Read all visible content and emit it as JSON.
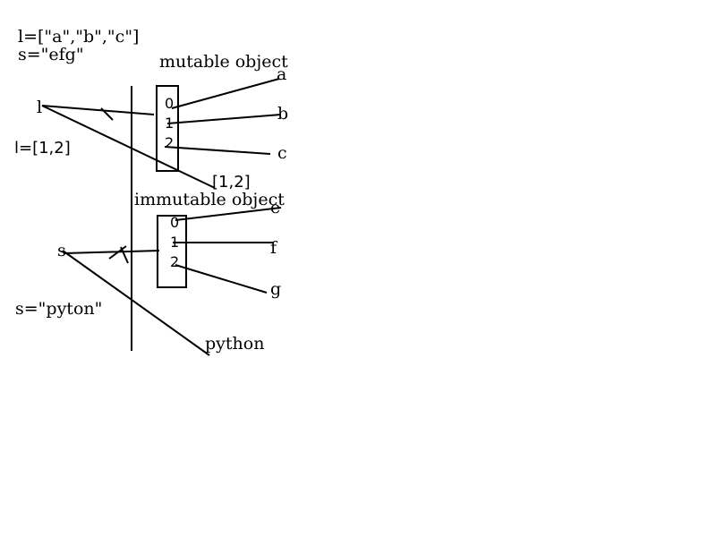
{
  "code": {
    "list_assign": "l=[\"a\",\"b\",\"c\"]",
    "string_assign": "s=\"efg\"",
    "list_reassign": "l=[1,2]",
    "string_reassign": "s=\"pyton\""
  },
  "mutable": {
    "heading": "mutable object",
    "var_name": "l",
    "indices": [
      "0",
      "1",
      "2"
    ],
    "values": [
      "a",
      "b",
      "c"
    ],
    "new_value": "[1,2]"
  },
  "immutable": {
    "heading": "immutable object",
    "var_name": "s",
    "indices": [
      "0",
      "1",
      "2"
    ],
    "values": [
      "e",
      "f",
      "g"
    ],
    "new_value": "python"
  }
}
